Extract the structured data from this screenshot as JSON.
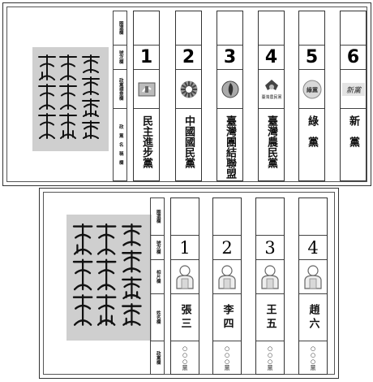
{
  "seal": {
    "chars": [
      "臺",
      "灣",
      "省",
      "選",
      "舉",
      "委",
      "員",
      "會",
      "關",
      "防"
    ]
  },
  "ballot1": {
    "header_labels": [
      "圈選欄",
      "號次欄",
      "政黨標章欄",
      "政　黨　名　稱　欄"
    ],
    "parties": [
      {
        "number": "1",
        "name": "民主進步黨",
        "emblem": "dpp-emblem-icon"
      },
      {
        "number": "2",
        "name": "中國國民黨",
        "emblem": "kmt-emblem-icon"
      },
      {
        "number": "3",
        "name": "臺灣團結聯盟",
        "emblem": "tsu-emblem-icon"
      },
      {
        "number": "4",
        "name": "臺灣農民黨",
        "emblem": "farmers-party-emblem-icon",
        "emblem_text": "臺灣農民黨"
      },
      {
        "number": "5",
        "name": "綠　黨",
        "emblem": "green-party-emblem-icon",
        "emblem_text": "綠黨"
      },
      {
        "number": "6",
        "name": "新　黨",
        "emblem": "new-party-emblem-icon",
        "emblem_text": "新黨"
      }
    ]
  },
  "ballot2": {
    "header_labels": [
      "圈選欄",
      "號次欄",
      "相片欄",
      "姓名欄",
      "政黨欄"
    ],
    "candidates": [
      {
        "number": "1",
        "name": "張三",
        "party": "○○○黨"
      },
      {
        "number": "2",
        "name": "李四",
        "party": "○○○黨"
      },
      {
        "number": "3",
        "name": "王五",
        "party": "○○○黨"
      },
      {
        "number": "4",
        "name": "趙六",
        "party": "○○○黨"
      }
    ]
  }
}
